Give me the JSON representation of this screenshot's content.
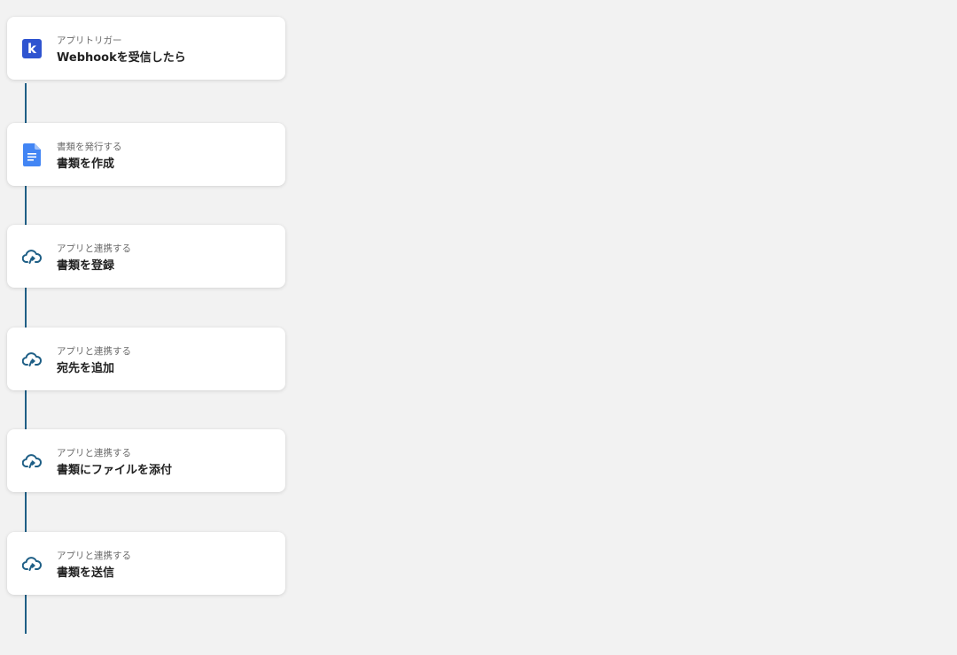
{
  "flow": {
    "steps": [
      {
        "category": "アプリトリガー",
        "title": "Webhookを受信したら",
        "icon": "k-app-icon"
      },
      {
        "category": "書類を発行する",
        "title": "書類を作成",
        "icon": "google-docs-icon"
      },
      {
        "category": "アプリと連携する",
        "title": "書類を登録",
        "icon": "cloud-sync-icon"
      },
      {
        "category": "アプリと連携する",
        "title": "宛先を追加",
        "icon": "cloud-sync-icon"
      },
      {
        "category": "アプリと連携する",
        "title": "書類にファイルを添付",
        "icon": "cloud-sync-icon"
      },
      {
        "category": "アプリと連携する",
        "title": "書類を送信",
        "icon": "cloud-sync-icon"
      }
    ]
  },
  "colors": {
    "background": "#f2f2f2",
    "connector": "#1f5f86",
    "k_icon": "#2f54d0",
    "docs_icon": "#4285f4",
    "cloud_icon": "#1f5f86"
  }
}
